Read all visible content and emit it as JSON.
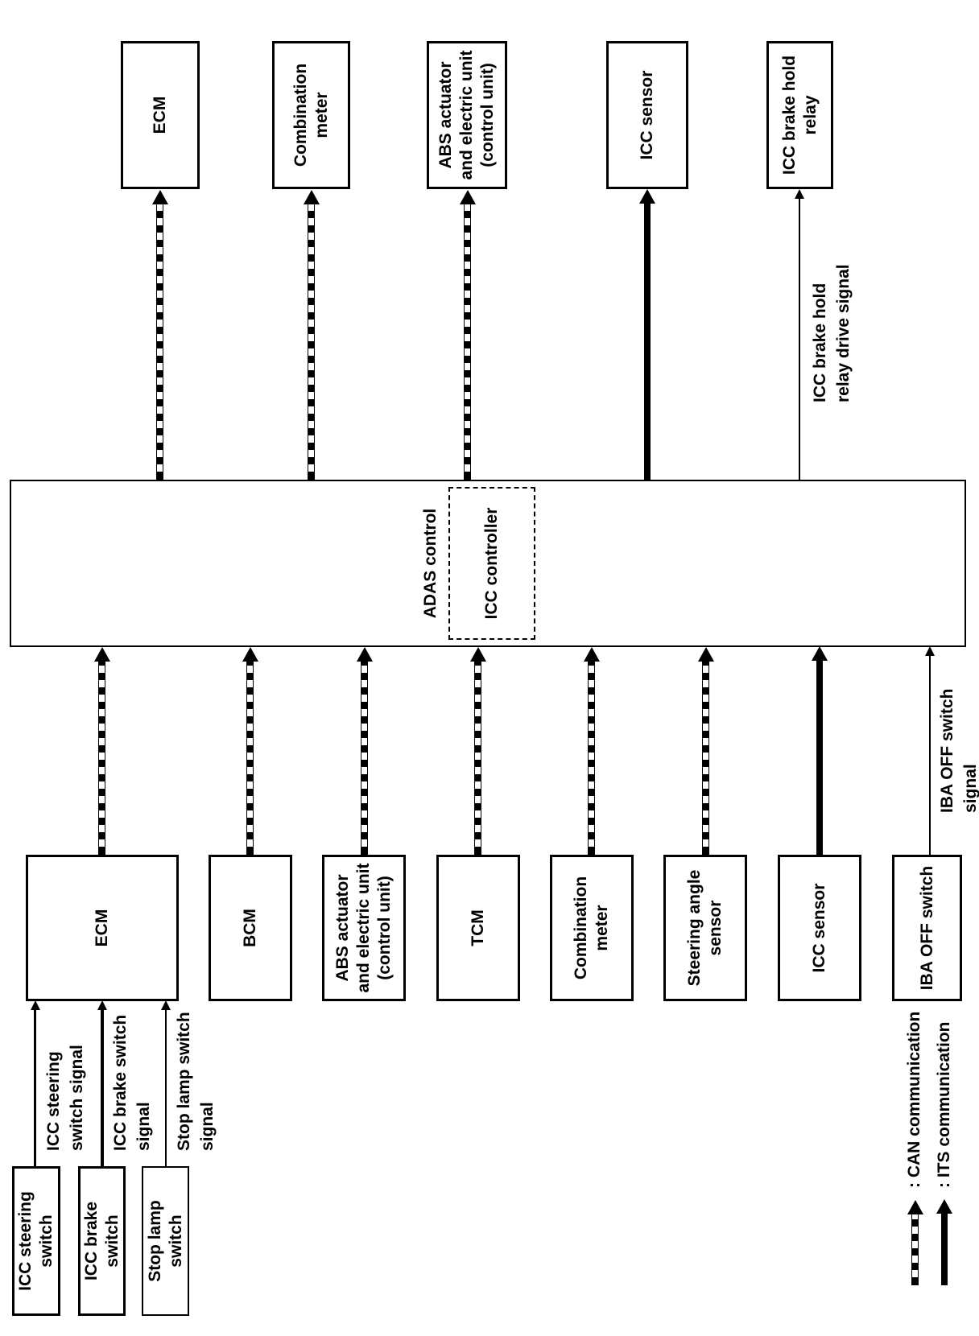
{
  "controller": {
    "bar_label": "ADAS control",
    "inner_label": "ICC controller"
  },
  "outputs": [
    {
      "label": "ECM",
      "comm": "CAN"
    },
    {
      "label": "Combination\nmeter",
      "comm": "CAN"
    },
    {
      "label": "ABS actuator\nand electric unit\n(control unit)",
      "comm": "CAN"
    },
    {
      "label": "ICC sensor",
      "comm": "ITS"
    },
    {
      "label": "ICC brake hold\nrelay",
      "comm": "wire",
      "signal_label": "ICC brake hold\nrelay drive signal"
    }
  ],
  "inputs": [
    {
      "label": "ECM",
      "comm": "CAN"
    },
    {
      "label": "BCM",
      "comm": "CAN"
    },
    {
      "label": "ABS actuator\nand electric unit\n(control unit)",
      "comm": "CAN"
    },
    {
      "label": "TCM",
      "comm": "CAN"
    },
    {
      "label": "Combination\nmeter",
      "comm": "CAN"
    },
    {
      "label": "Steering angle\nsensor",
      "comm": "CAN"
    },
    {
      "label": "ICC sensor",
      "comm": "ITS"
    },
    {
      "label": "IBA OFF switch",
      "comm": "wire",
      "signal_label": "IBA OFF switch\nsignal"
    }
  ],
  "switches": [
    {
      "label": "ICC steering\nswitch",
      "signal_label": "ICC steering\nswitch signal"
    },
    {
      "label": "ICC brake\nswitch",
      "signal_label": "ICC brake switch\nsignal"
    },
    {
      "label": "Stop lamp\nswitch",
      "signal_label": "Stop lamp switch\nsignal"
    }
  ],
  "legend": [
    {
      "style": "CAN",
      "label": ": CAN communication"
    },
    {
      "style": "ITS",
      "label": ": ITS communication"
    }
  ],
  "colors": {
    "ink": "#000000",
    "paper": "#ffffff"
  }
}
